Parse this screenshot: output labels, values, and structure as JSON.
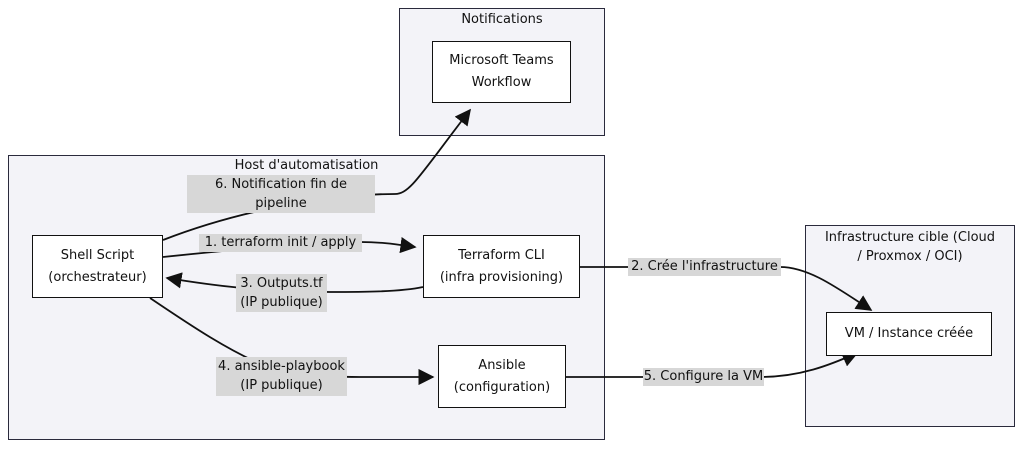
{
  "clusters": {
    "notifications": {
      "title": "Notifications"
    },
    "host": {
      "title": "Host d'automatisation"
    },
    "infra": {
      "title_line1": "Infrastructure cible (Cloud",
      "title_line2": "/ Proxmox / OCI)"
    }
  },
  "nodes": {
    "teams": {
      "line1": "Microsoft Teams",
      "line2": "Workflow"
    },
    "shell": {
      "line1": "Shell Script",
      "line2": "(orchestrateur)"
    },
    "terraform": {
      "line1": "Terraform CLI",
      "line2": "(infra provisioning)"
    },
    "ansible": {
      "line1": "Ansible",
      "line2": "(configuration)"
    },
    "vm": {
      "label": "VM / Instance créée"
    }
  },
  "edges": {
    "e1": {
      "label": "1. terraform init / apply"
    },
    "e2": {
      "label": "2. Crée l'infrastructure"
    },
    "e3": {
      "line1": "3. Outputs.tf",
      "line2": "(IP publique)"
    },
    "e4": {
      "line1": "4. ansible-playbook",
      "line2": "(IP publique)"
    },
    "e5": {
      "label": "5. Configure la VM"
    },
    "e6": {
      "line1": "6. Notification fin de",
      "line2": "pipeline"
    }
  },
  "colors": {
    "cluster_fill": "#f3f3f8",
    "cluster_border": "#2a2a3c",
    "label_bg": "#d7d7d7",
    "edge": "#111111"
  }
}
